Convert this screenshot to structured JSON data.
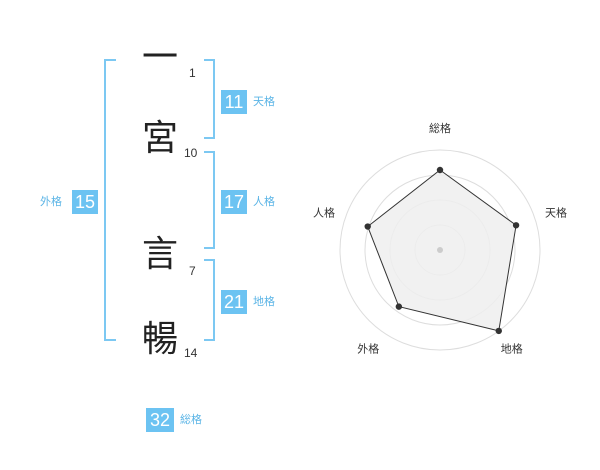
{
  "name_chars": [
    {
      "char": "一",
      "strokes": "1"
    },
    {
      "char": "宮",
      "strokes": "10"
    },
    {
      "char": "言",
      "strokes": "7"
    },
    {
      "char": "暢",
      "strokes": "14"
    }
  ],
  "fortunes": {
    "tenkaku": {
      "value": "11",
      "label": "天格"
    },
    "jinkaku": {
      "value": "17",
      "label": "人格"
    },
    "chikaku": {
      "value": "21",
      "label": "地格"
    },
    "gaikaku": {
      "value": "15",
      "label": "外格"
    },
    "soukaku": {
      "value": "32",
      "label": "総格"
    }
  },
  "colors": {
    "accent": "#6cc3f2",
    "bracket": "#7cc8f2",
    "radar_fill": "#eeeeee",
    "radar_line": "#333333"
  },
  "chart_data": {
    "type": "radar",
    "axes": [
      "総格",
      "天格",
      "地格",
      "外格",
      "人格"
    ],
    "values": [
      4,
      4,
      5,
      3.5,
      3.8
    ],
    "max": 5,
    "rings": 4
  }
}
